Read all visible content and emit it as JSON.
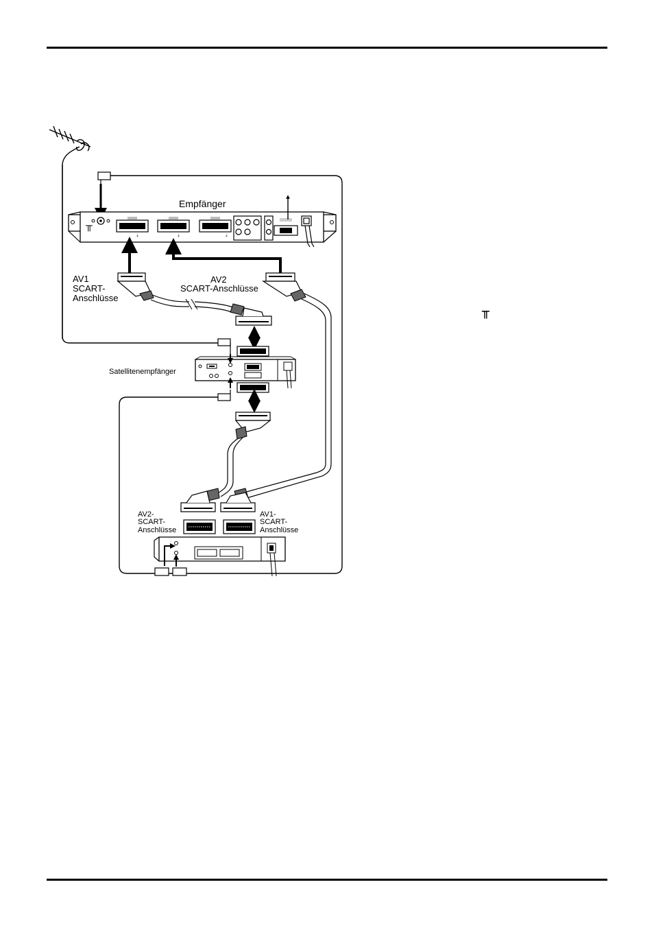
{
  "diagram": {
    "labels": {
      "receiver": "Empfänger",
      "av1_line1": "AV1",
      "av1_line2": "SCART-",
      "av1_line3": "Anschlüsse",
      "av2_line1": "AV2",
      "av2_line2": "SCART-Anschlüsse",
      "satellite": "Satellitenempfänger",
      "vcr_av2_line1": "AV2-",
      "vcr_av2_line2": "SCART-",
      "vcr_av2_line3": "Anschlüsse",
      "vcr_av1_line1": "AV1-",
      "vcr_av1_line2": "SCART-",
      "vcr_av1_line3": "Anschlüsse"
    },
    "side_symbol": "╥"
  }
}
